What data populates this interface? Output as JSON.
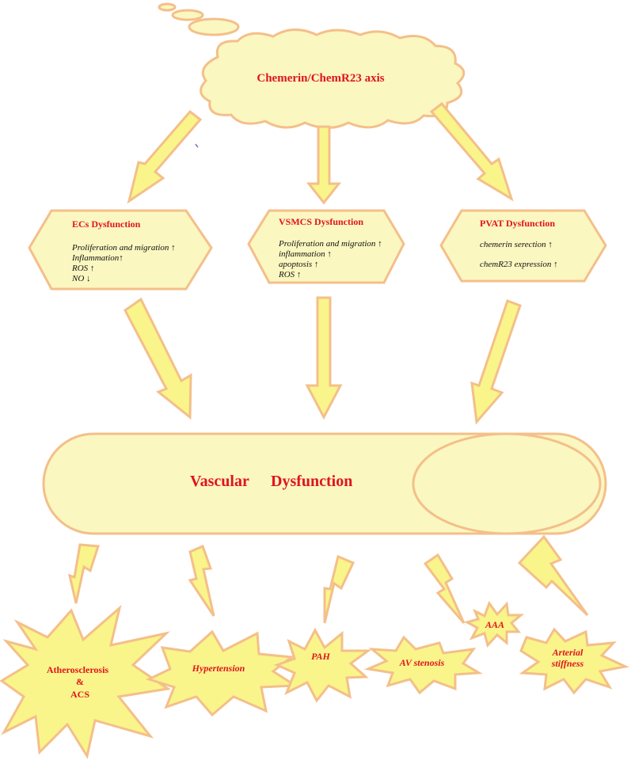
{
  "axis": {
    "label": "Chemerin/ChemR23 axis"
  },
  "boxes": [
    {
      "title": "ECs Dysfunction",
      "items": [
        "Proliferation and migration ↑",
        "Inflammation↑",
        "ROS ↑",
        "NO ↓"
      ]
    },
    {
      "title": "VSMCS Dysfunction",
      "items": [
        "Proliferation and migration ↑",
        "inflammation ↑",
        "apoptosis ↑",
        "ROS ↑"
      ]
    },
    {
      "title": "PVAT Dysfunction",
      "items": [
        "chemerin serection ↑",
        "chemR23 expression ↑"
      ]
    }
  ],
  "vascular": {
    "word1": "Vascular",
    "word2": "Dysfunction"
  },
  "diseases": {
    "atherosclerosis": {
      "line1": "Atherosclerosis",
      "line2": "&",
      "line3": "ACS"
    },
    "hypertension": "Hypertension",
    "pah": "PAH",
    "av_stenosis": "AV stenosis",
    "aaa": "AAA",
    "arterial_stiffness": {
      "line1": "Arterial",
      "line2": "stiffness"
    }
  },
  "colors": {
    "fill_light": "#fbf7c0",
    "fill_arrow": "#f9f58a",
    "outline": "#f4bf8a",
    "title_red": "#e0141e"
  }
}
